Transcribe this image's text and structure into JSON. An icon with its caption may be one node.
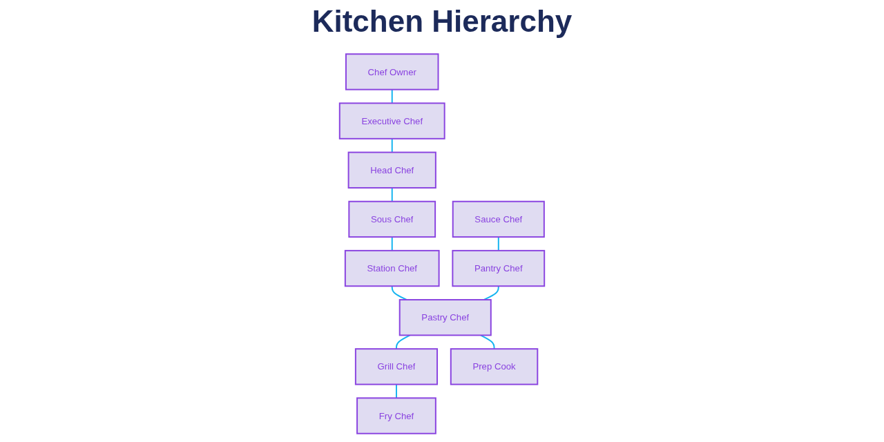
{
  "diagram": {
    "title": "Kitchen Hierarchy",
    "nodes": [
      {
        "text": [
          "Chef Owner"
        ]
      },
      {
        "text": [
          "Executive Chef"
        ]
      },
      {
        "text": [
          "Head Chef"
        ]
      },
      {
        "text": [
          "Sous Chef"
        ]
      },
      {
        "text": [
          "Station Chef"
        ]
      },
      {
        "text": [
          "Sauce Chef"
        ]
      },
      {
        "text": [
          "Pantry Chef"
        ]
      },
      {
        "text": [
          "Pastry Chef"
        ]
      },
      {
        "text": [
          "Grill Chef"
        ]
      },
      {
        "text": [
          "Fry Chef"
        ]
      },
      {
        "text": [
          "Prep Cook"
        ]
      }
    ],
    "edges": [
      {
        "from": 0,
        "to": 1,
        "arrow": "none"
      },
      {
        "from": 1,
        "to": 2,
        "arrow": "none"
      },
      {
        "from": 2,
        "to": 3,
        "arrow": "none"
      },
      {
        "from": 3,
        "to": 4,
        "arrow": "none"
      },
      {
        "from": 4,
        "to": 7,
        "arrow": "none"
      },
      {
        "from": 5,
        "to": 6,
        "arrow": "none"
      },
      {
        "from": 6,
        "to": 7,
        "arrow": "none"
      },
      {
        "from": 7,
        "to": 8,
        "arrow": "none"
      },
      {
        "from": 8,
        "to": 9,
        "arrow": "none"
      },
      {
        "from": 7,
        "to": 10,
        "arrow": "none"
      }
    ]
  }
}
